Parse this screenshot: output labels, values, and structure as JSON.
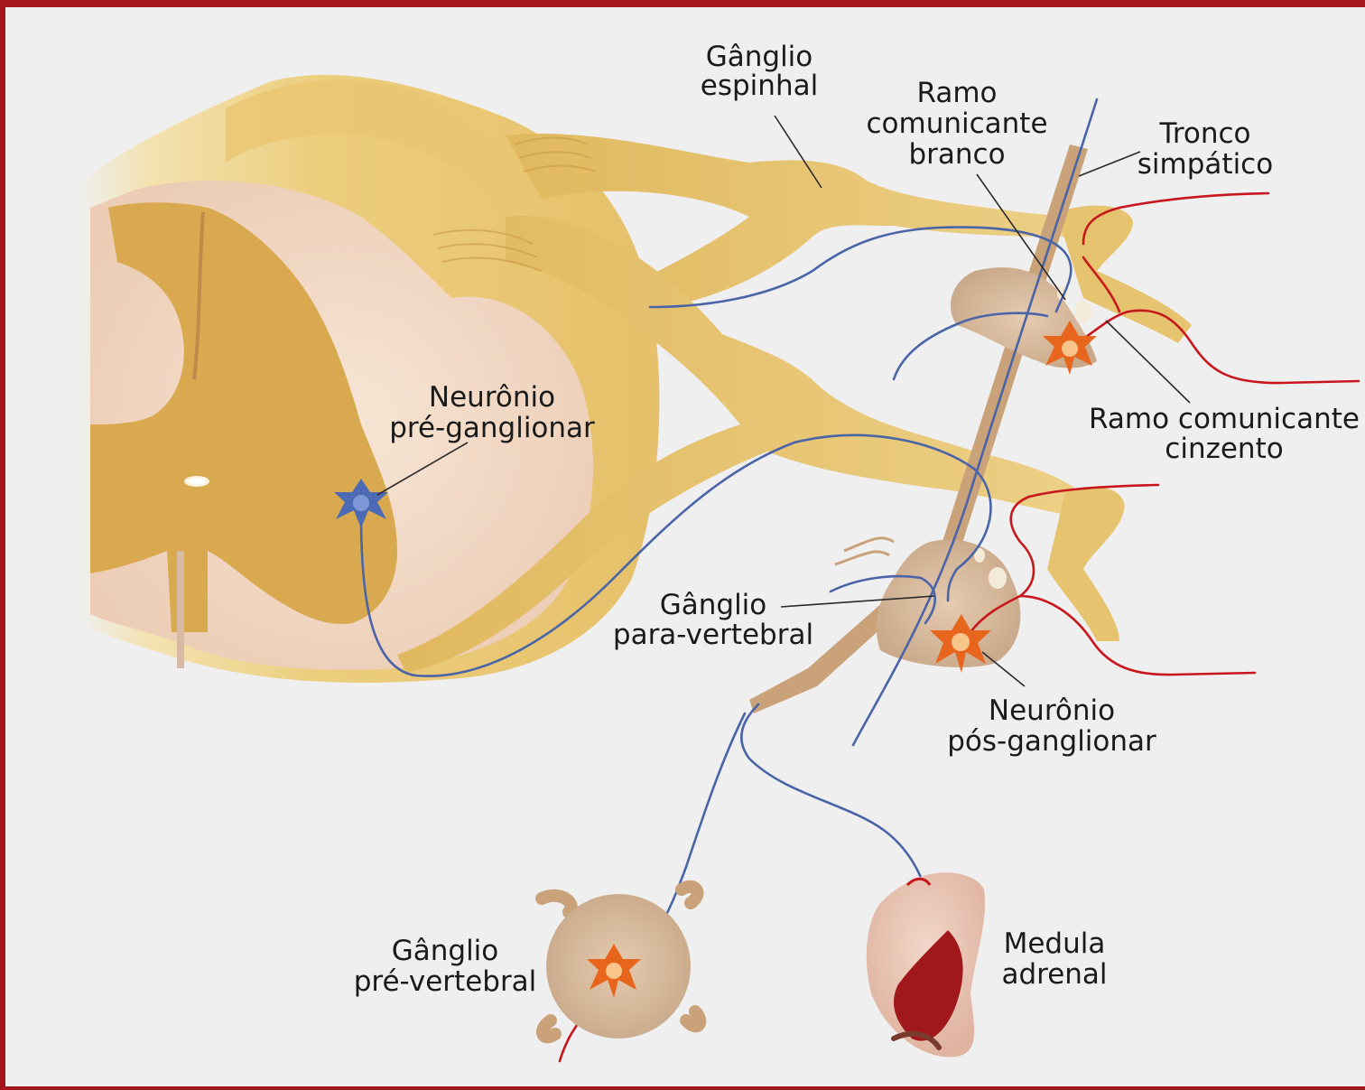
{
  "labels": {
    "ganglio_espinhal": [
      "Gânglio",
      "espinhal"
    ],
    "ramo_branco": [
      "Ramo",
      "comunicante",
      "branco"
    ],
    "tronco_simpatico": [
      "Tronco",
      "simpático"
    ],
    "neuronio_pre": [
      "Neurônio",
      "pré-ganglionar"
    ],
    "ramo_cinzento": [
      "Ramo comunicante",
      "cinzento"
    ],
    "ganglio_para": [
      "Gânglio",
      "para-vertebral"
    ],
    "neuronio_pos": [
      "Neurônio",
      "pós-ganglionar"
    ],
    "ganglio_pre": [
      "Gânglio",
      "pré-vertebral"
    ],
    "medula_adrenal": [
      "Medula",
      "adrenal"
    ]
  },
  "colors": {
    "frame_border": "#a3161b",
    "background": "#efefef",
    "cord_outer": "#e8c877",
    "grey_matter": "#d9a94f",
    "white_matter": "#f3dcc8",
    "nerve": "#e6c36e",
    "sympathetic_trunk": "#c9a27a",
    "preganglionic_fiber": "#4a64a8",
    "postganglionic_fiber": "#c8161d",
    "neuron_pre": "#4d6bb5",
    "neuron_post": "#e8651e"
  }
}
